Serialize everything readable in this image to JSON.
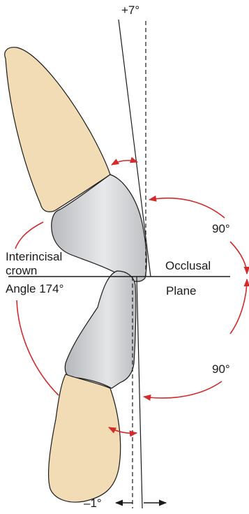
{
  "labels": {
    "top_angle": "+7°",
    "right_upper_angle": "90°",
    "right_lower_angle": "90°",
    "interincisal_line1": "Interincisal",
    "interincisal_line2": "crown",
    "interincisal_angle": "Angle 174°",
    "occlusal_line1": "Occlusal",
    "occlusal_line2": "Plane",
    "bottom_angle": "–1°"
  },
  "colors": {
    "root": "#f2dcb5",
    "crown": "#c8c9cc",
    "crown_highlight": "#e6e7e9",
    "outline": "#1a1a1a",
    "arc": "#d42a2a"
  }
}
